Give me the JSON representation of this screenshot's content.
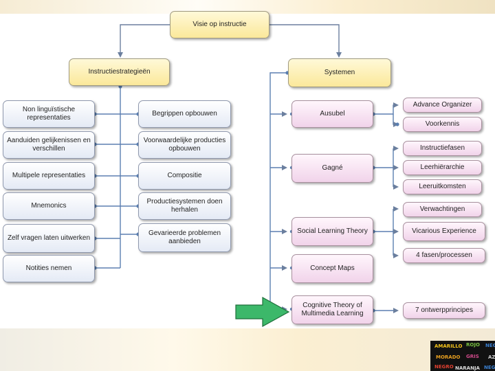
{
  "diagram": {
    "root": "Visie op instructie",
    "left_branch": "Instructiestrategieën",
    "right_branch": "Systemen",
    "left_col1": [
      "Non linguïstische representaties",
      "Aanduiden gelijkenissen en verschillen",
      "Multipele representaties",
      "Mnemonics",
      "Zelf vragen laten uitwerken",
      "Notities nemen"
    ],
    "left_col2": [
      "Begrippen opbouwen",
      "Voorwaardelijke producties opbouwen",
      "Compositie",
      "Productiesystemen doen herhalen",
      "Gevarieerde problemen aanbieden"
    ],
    "systems": [
      "Ausubel",
      "Gagné",
      "Social Learning Theory",
      "Concept Maps",
      "Cognitive Theory of Multimedia Learning"
    ],
    "ausubel_items": [
      "Advance Organizer",
      "Voorkennis"
    ],
    "gagne_items": [
      "Instructiefasen",
      "Leerhiërarchie",
      "Leeruitkomsten"
    ],
    "slt_items": [
      "Verwachtingen",
      "Vicarious Experience",
      "4 fasen/processen"
    ],
    "ctml_items": [
      "7 ontwerpprincipes"
    ],
    "colors": {
      "line": "#5b7fb0",
      "arrow": "#6b7f9e",
      "highlight_arrow": "#3cb86a",
      "highlight_arrow_border": "#1e6e3a"
    },
    "logo": {
      "words": [
        "AMARILLO",
        "ROJO",
        "NEG",
        "MORADO",
        "GRIS",
        "AZ",
        "NEGRO",
        "NARANJA",
        "NEG"
      ]
    }
  }
}
